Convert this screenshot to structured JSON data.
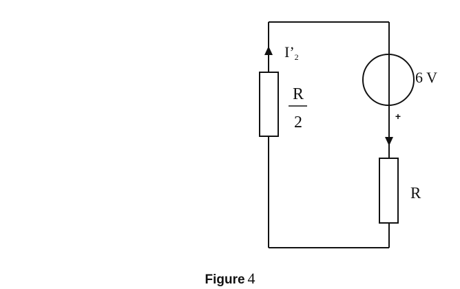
{
  "diagram": {
    "current_label": {
      "main": "I’",
      "subscript": "2"
    },
    "left_resistor": {
      "numerator": "R",
      "denominator": "2"
    },
    "source": {
      "voltage": "6 V",
      "polarity": "+"
    },
    "right_resistor": {
      "label": "R"
    }
  },
  "caption": {
    "label": "Figure",
    "number": "4"
  }
}
